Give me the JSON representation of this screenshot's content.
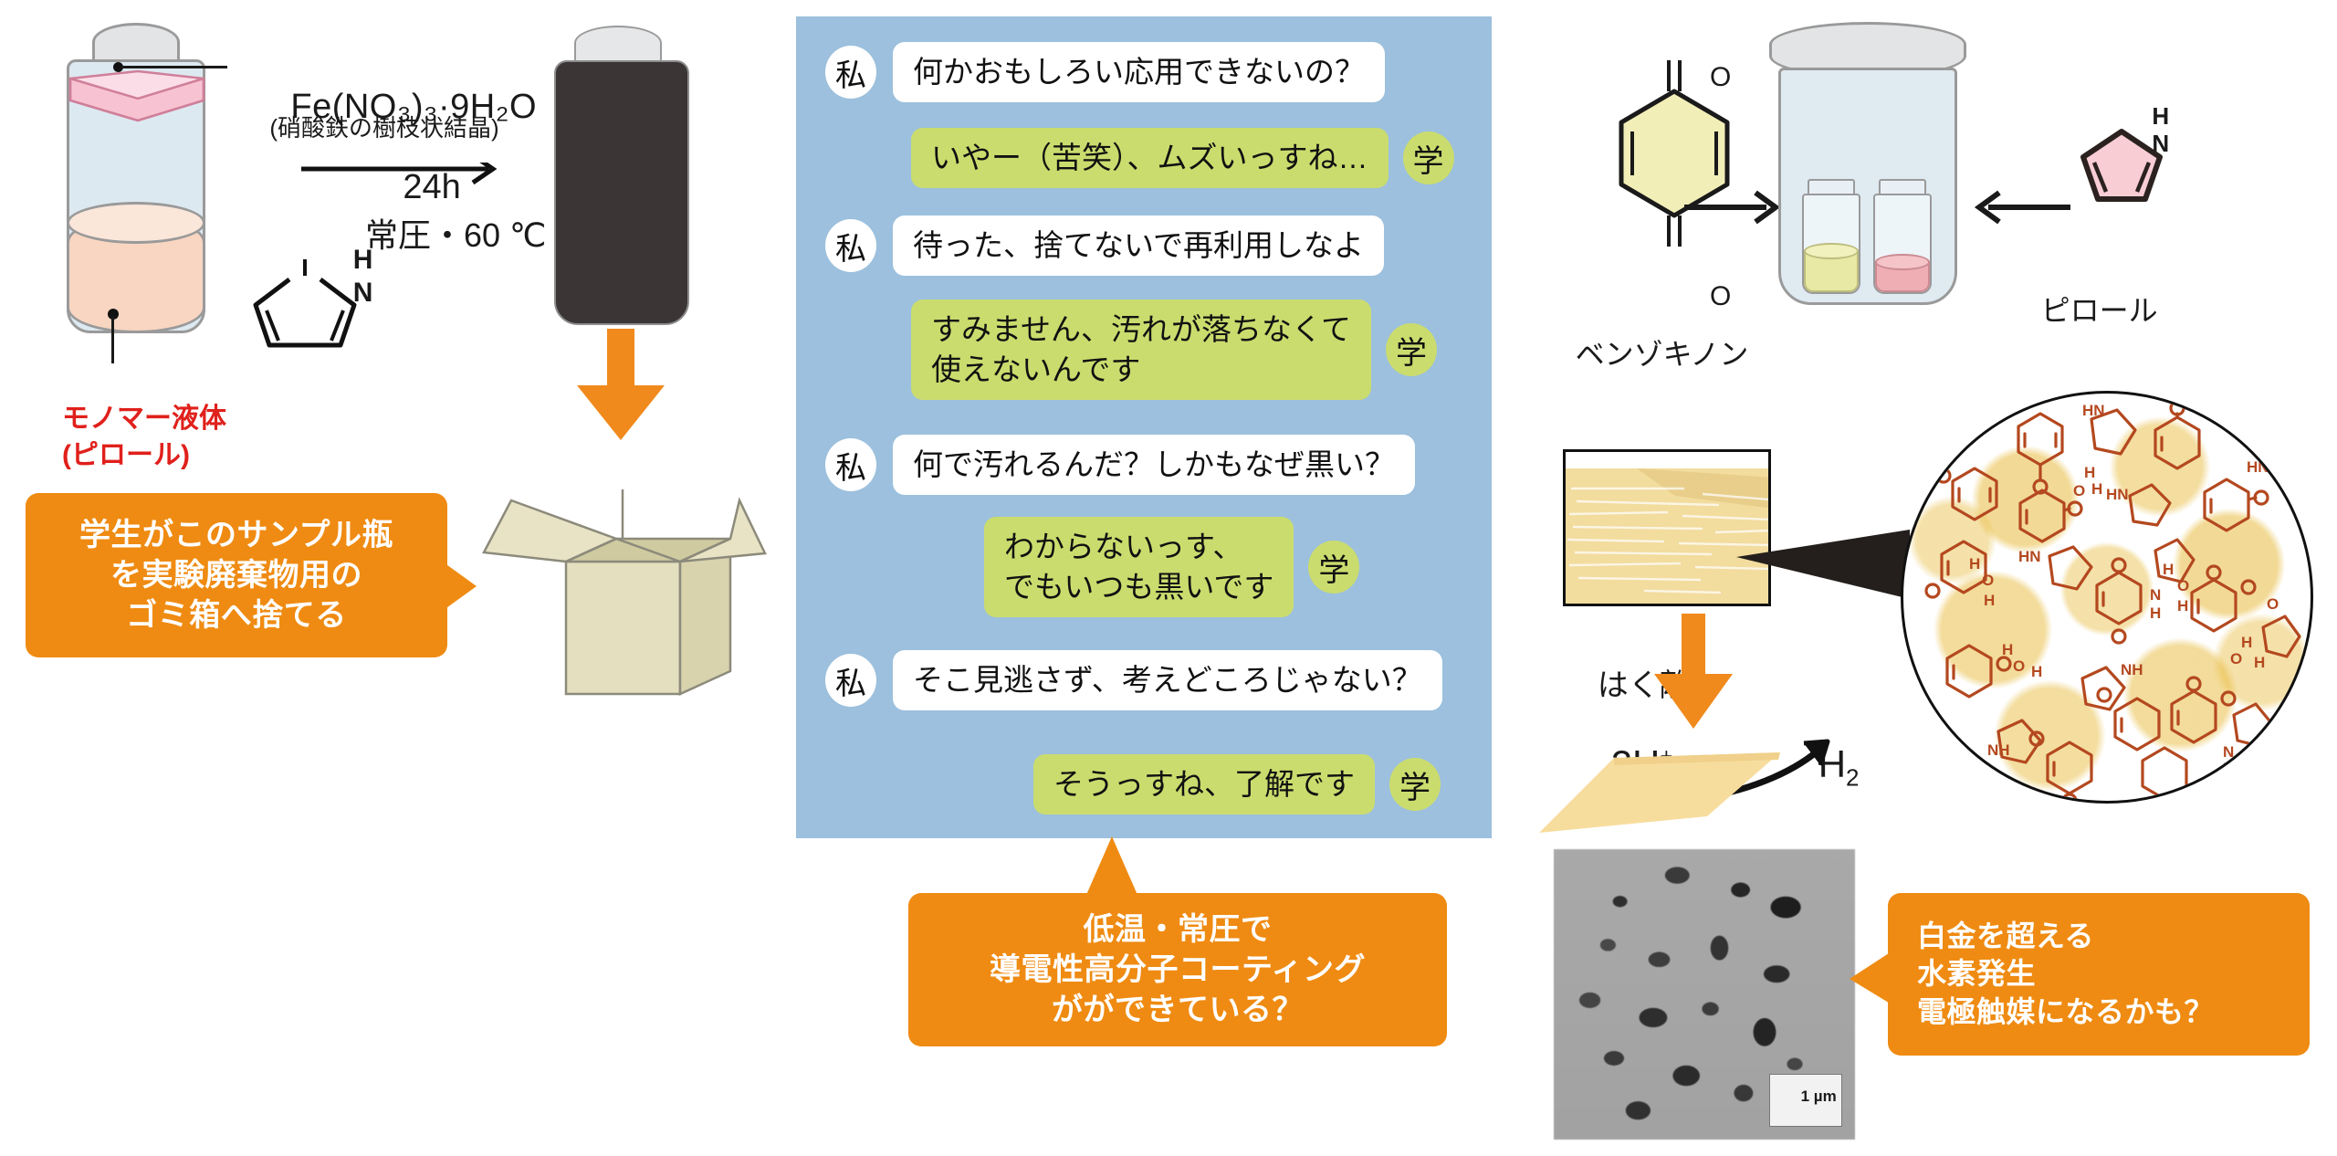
{
  "panel1": {
    "label_feno3_main": "Fe(NO₃)₃·9H₂O",
    "label_feno3_sub": "(硝酸鉄の樹枝状結晶)",
    "reaction_top": "24h",
    "reaction_bottom": "常圧・60 ℃",
    "monomer_label_line1": "モノマー液体",
    "monomer_label_line2": "(ピロール)",
    "pyrrole_h": "H",
    "pyrrole_n": "N",
    "callout_discard": "学生がこのサンプル瓶\nを実験廃棄物用の\nゴミ箱へ捨てる"
  },
  "chat": {
    "avatar_me": "私",
    "avatar_student": "学",
    "messages": [
      {
        "speaker": "me",
        "text": "何かおもしろい応用できないの？"
      },
      {
        "speaker": "student",
        "text": "いやー（苦笑）、ムズいっすね…"
      },
      {
        "speaker": "me",
        "text": "待った、捨てないで再利用しなよ"
      },
      {
        "speaker": "student",
        "text": "すみません、汚れが落ちなくて\n使えないんです"
      },
      {
        "speaker": "me",
        "text": "何で汚れるんだ？しかもなぜ黒い？"
      },
      {
        "speaker": "student",
        "text": "わからないっす、\nでもいつも黒いです"
      },
      {
        "speaker": "me",
        "text": "そこ見逃さず、考えどころじゃない？"
      },
      {
        "speaker": "student",
        "text": "そうっすね、了解です"
      }
    ],
    "callout_coating": "低温・常圧で\n導電性高分子コーティング\nがができている？"
  },
  "panel3": {
    "benzoquinone_label": "ベンゾキノン",
    "benzoquinone_o_top": "O",
    "benzoquinone_o_bottom": "O",
    "pyrrole_label": "ピロール",
    "pyrrole_h": "H",
    "pyrrole_n": "N",
    "exfoliation_label": "はく離",
    "reactant_protons": "2H",
    "reactant_protons_charge": "+",
    "product_hydrogen": "H",
    "product_hydrogen_sub": "2",
    "scalebar_text": "1 µm",
    "callout_catalyst": "白金を超える\n水素発生\n電極触媒になるかも？"
  },
  "colors": {
    "orange_callout": "#ef8b12",
    "orange_arrow": "#f08a1c",
    "chat_panel_blue": "#9cc0dd",
    "student_green": "#cbdc6e",
    "monomer_red": "#e0201b",
    "flake_yellow": "#f7dd9d",
    "quinone_yellow": "#f2eeb8",
    "pyrrole_pink": "#f8cdd4",
    "molecule_brown": "#b4481f"
  }
}
